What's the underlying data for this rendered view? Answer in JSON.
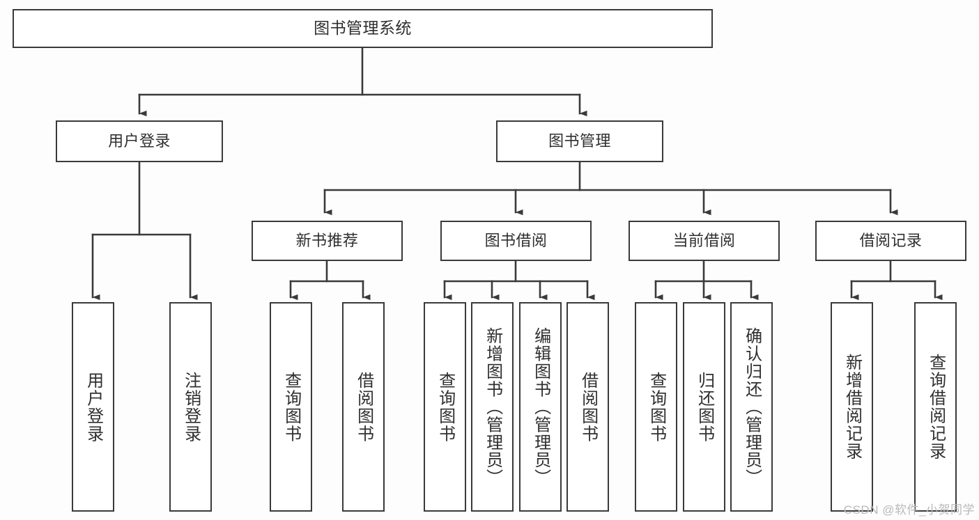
{
  "diagram": {
    "title": "图书管理系统",
    "watermark": "CSDN @软件_小贺同学",
    "accent_color": "#3a3a3a",
    "text_color": "#2f2f2f",
    "background_color": "#fdfdfd",
    "root": {
      "label": "图书管理系统"
    },
    "level2": [
      {
        "label": "用户登录"
      },
      {
        "label": "图书管理"
      }
    ],
    "level3": [
      {
        "label": "新书推荐"
      },
      {
        "label": "图书借阅"
      },
      {
        "label": "当前借阅"
      },
      {
        "label": "借阅记录"
      }
    ],
    "leaves": {
      "user_login": [
        {
          "label": "用户登录"
        },
        {
          "label": "注销登录"
        }
      ],
      "new_book": [
        {
          "label": "查询图书"
        },
        {
          "label": "借阅图书"
        }
      ],
      "book_borrow": [
        {
          "label": "查询图书"
        },
        {
          "label": "新增图书（管理员）"
        },
        {
          "label": "编辑图书（管理员）"
        },
        {
          "label": "借阅图书"
        }
      ],
      "current_borrow": [
        {
          "label": "查询图书"
        },
        {
          "label": "归还图书"
        },
        {
          "label": "确认归还（管理员）"
        }
      ],
      "borrow_record": [
        {
          "label": "新增借阅记录"
        },
        {
          "label": "查询借阅记录"
        }
      ]
    }
  }
}
